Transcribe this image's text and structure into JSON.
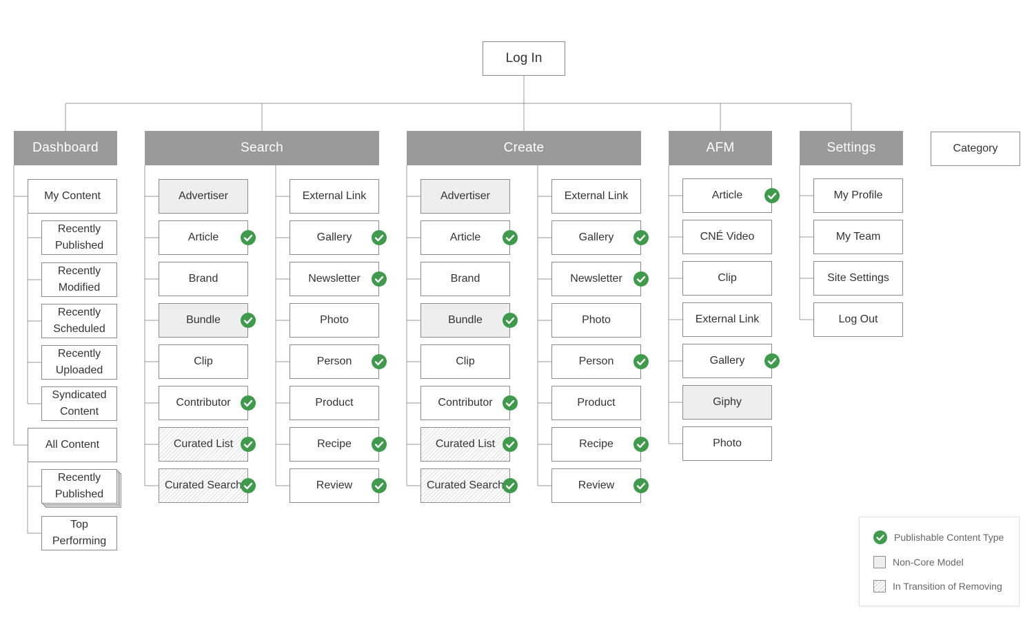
{
  "root": {
    "label": "Log In"
  },
  "category_label": "Category",
  "colors": {
    "header_fill": "#9a9a9a",
    "box_border": "#8a8a8a",
    "noncore_fill": "#eeeeee",
    "check_green": "#3f9b4b",
    "connector": "#9a9a9a"
  },
  "sections": {
    "dashboard": {
      "title": "Dashboard",
      "items": [
        {
          "label": "My Content"
        },
        {
          "label": "Recently Published"
        },
        {
          "label": "Recently Modified"
        },
        {
          "label": "Recently Scheduled"
        },
        {
          "label": "Recently Uploaded"
        },
        {
          "label": "Syndicated Content"
        },
        {
          "label": "All Content"
        },
        {
          "label": "Recently Published",
          "stacked": true
        },
        {
          "label": "Top Performing"
        }
      ]
    },
    "search": {
      "title": "Search",
      "columns": [
        [
          {
            "label": "Advertiser",
            "status": "noncore",
            "publishable": false
          },
          {
            "label": "Article",
            "status": "core",
            "publishable": true
          },
          {
            "label": "Brand",
            "status": "core",
            "publishable": false
          },
          {
            "label": "Bundle",
            "status": "noncore",
            "publishable": true
          },
          {
            "label": "Clip",
            "status": "core",
            "publishable": false
          },
          {
            "label": "Contributor",
            "status": "core",
            "publishable": true
          },
          {
            "label": "Curated List",
            "status": "transition",
            "publishable": true
          },
          {
            "label": "Curated Search",
            "status": "transition",
            "publishable": true
          }
        ],
        [
          {
            "label": "External Link",
            "status": "core",
            "publishable": false
          },
          {
            "label": "Gallery",
            "status": "core",
            "publishable": true
          },
          {
            "label": "Newsletter",
            "status": "core",
            "publishable": true
          },
          {
            "label": "Photo",
            "status": "core",
            "publishable": false
          },
          {
            "label": "Person",
            "status": "core",
            "publishable": true
          },
          {
            "label": "Product",
            "status": "core",
            "publishable": false
          },
          {
            "label": "Recipe",
            "status": "core",
            "publishable": true
          },
          {
            "label": "Review",
            "status": "core",
            "publishable": true
          }
        ]
      ]
    },
    "create": {
      "title": "Create",
      "columns": [
        [
          {
            "label": "Advertiser",
            "status": "noncore",
            "publishable": false
          },
          {
            "label": "Article",
            "status": "core",
            "publishable": true
          },
          {
            "label": "Brand",
            "status": "core",
            "publishable": false
          },
          {
            "label": "Bundle",
            "status": "noncore",
            "publishable": true
          },
          {
            "label": "Clip",
            "status": "core",
            "publishable": false
          },
          {
            "label": "Contributor",
            "status": "core",
            "publishable": true
          },
          {
            "label": "Curated List",
            "status": "transition",
            "publishable": true
          },
          {
            "label": "Curated Search",
            "status": "transition",
            "publishable": true
          }
        ],
        [
          {
            "label": "External Link",
            "status": "core",
            "publishable": false
          },
          {
            "label": "Gallery",
            "status": "core",
            "publishable": true
          },
          {
            "label": "Newsletter",
            "status": "core",
            "publishable": true
          },
          {
            "label": "Photo",
            "status": "core",
            "publishable": false
          },
          {
            "label": "Person",
            "status": "core",
            "publishable": true
          },
          {
            "label": "Product",
            "status": "core",
            "publishable": false
          },
          {
            "label": "Recipe",
            "status": "core",
            "publishable": true
          },
          {
            "label": "Review",
            "status": "core",
            "publishable": true
          }
        ]
      ]
    },
    "afm": {
      "title": "AFM",
      "items": [
        {
          "label": "Article",
          "status": "core",
          "publishable": true
        },
        {
          "label": "CNÉ Video",
          "status": "core",
          "publishable": false
        },
        {
          "label": "Clip",
          "status": "core",
          "publishable": false
        },
        {
          "label": "External Link",
          "status": "core",
          "publishable": false
        },
        {
          "label": "Gallery",
          "status": "core",
          "publishable": true
        },
        {
          "label": "Giphy",
          "status": "noncore",
          "publishable": false
        },
        {
          "label": "Photo",
          "status": "core",
          "publishable": false
        }
      ]
    },
    "settings": {
      "title": "Settings",
      "items": [
        {
          "label": "My Profile"
        },
        {
          "label": "My Team"
        },
        {
          "label": "Site Settings"
        },
        {
          "label": "Log Out"
        }
      ]
    }
  },
  "legend": {
    "publishable": "Publishable Content Type",
    "noncore": "Non-Core Model",
    "transition": "In Transition of Removing"
  }
}
